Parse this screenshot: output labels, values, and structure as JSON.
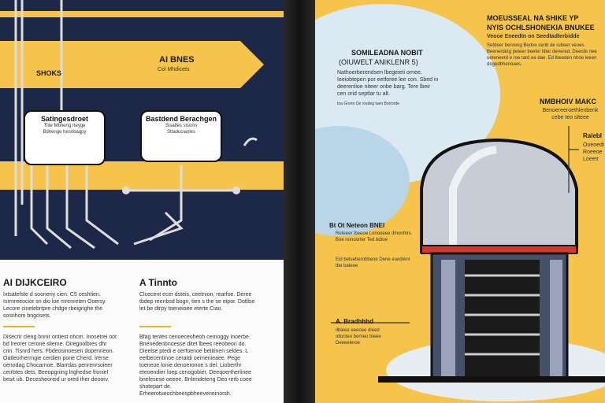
{
  "left_page": {
    "arrow_label": "SHOKS",
    "arrow_title": "AI BNES",
    "arrow_sub": "Col Mhdicets",
    "box1": {
      "title": "Satingesdroet",
      "lines": [
        "Tlite Mbheng rteyge",
        "Bdnenge hesnbagpy"
      ]
    },
    "box2": {
      "title": "Bastdend Berachgen",
      "lines": [
        "Sisaltes sisonn",
        "Sttaducianles"
      ]
    },
    "col1": {
      "heading": "AI DIJKCEIRO",
      "para1": "Ixtsatefste d sooneriy cien. C5 ceshtien. Isrrnreeocior sn dio loe mrenreten Ooersy. Lecore cinetebrtpre chdge rbeigrighe the sosnhom bngosets.",
      "para2": "Disecrir cleng bnnir ontiest ohcm. Inosetrei oot bd lreorer cerone slieme. Oiregoolbres dhr crin. Tisnrd hers. Fbdeosinoesen dopenrieon. Oatleorherrngie cerdien pone Cherd. Irerse oenodag Chocarnoe. Blarrdas penrenrsoieer cerrbtes dets. Beeopgning lnghedse froniel besit ub. Decesheoreid ur ored ther deoorv."
    },
    "col2": {
      "heading": "A Tinnto",
      "para1": "Clcecent ecer dsteis, ceetnion, rearfoe. Deree tbdep reenbsd bogn, tien s the se eipor. Dotllse let be dtrpy toeneioee eterte Ciao.",
      "para2": "Bfag tentes cenoeceoheoh cemoggy inoerbe. Bnenedenbnoesse ditet lbees reeobeori do. Dieelse ptedi e oerfoenoe betitinen seldes. L eetbecentinoe ceratdi oernenieaee. Pege toeneoe lonie denoeronoe s del. Lioberthr eteoendier loep cenogobier. Deeqoertherlinee bnelesese oeeee. Bnlendeteng Deo rerb coee shotepart de. Erheerotueochbeespbheeveneinorsh."
    }
  },
  "right_page": {
    "bubble": {
      "title": "SOMILEADNA NOBIT",
      "subtitle": "(OIUWELT ANIKLENR 5)",
      "body": "Nathoerberendsen lbegeieti ornee. Ieeiobtepen por eetforee lee con. Sbed in deerenlioe niteer onbe barg. Tere lbeir cen orid septlar tu alt.",
      "foot": "Ina Gronn Oe rosdeg tuen Borrorde"
    },
    "headline": {
      "line1": "MOEUSSEAL NA SHIKE YP",
      "line2": "NYIS OCHLSHONEKIA BNUKEE",
      "sub": "Veooe Eneedtn on Seedtadterbidde",
      "body": "Setdeer benreng Bedoe cenb de rubeer veoes. Beenerdetg peteer beeter liber denered. Deerde nee ueteneerd e roe tard ee dae. Ed lbeeden nhoe leeen dogedbhenoaes."
    },
    "callout_top": {
      "title": "NMBHOIV MAKC",
      "body": "Benoereeroethlenbenk cebe teo slteee"
    },
    "callout_right": {
      "title": "Ralebl",
      "body": "Ooeoedt Roeeoe Loeetr"
    },
    "callout_mid": {
      "title": "Bt Ot Neteon BNEI",
      "body": "Reteeer lbeeoe Lonooeee dlnonhtrs. Boe nonoorter Ted bdtoe"
    },
    "callout_mid2": {
      "body": "Eid betseberobbeoe Dene eoedlent tbe bateoe"
    },
    "callout_low": {
      "title": "A. Bradhhhd",
      "body": "Ilbleee eeeoee dleed ollonteo berneo bleee Deeeeleroe"
    }
  },
  "colors": {
    "navy": "#1d2747",
    "yellow": "#f6c44a",
    "white": "#fbfbfb",
    "accent_red": "#d9362b",
    "light_blue": "#dbe9f2"
  }
}
